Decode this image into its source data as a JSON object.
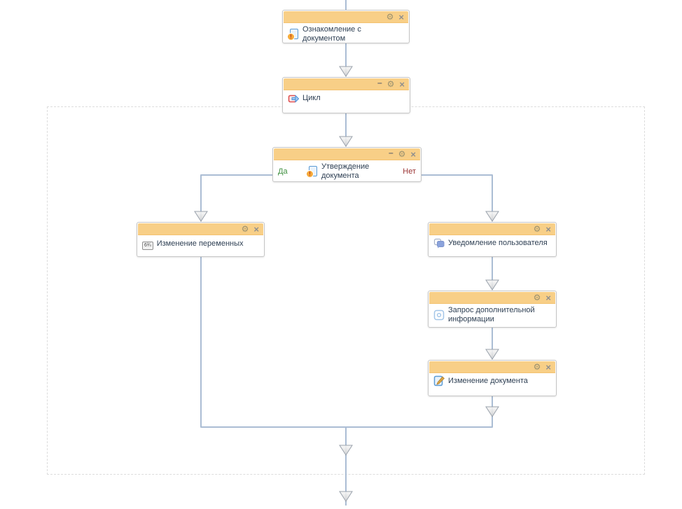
{
  "diagram": {
    "glyphs": {
      "settings": "⚙",
      "close": "×",
      "minimize": "–",
      "variables": "6¾",
      "exclamation": "!"
    },
    "colors": {
      "node_header": "#f8cf87",
      "node_border": "#c6c6c6",
      "connector": "#abbdd4",
      "arrowhead_fill": "#e4e4e4",
      "loop_boundary": "#dcdcdc",
      "yes_label": "#3f8f3f",
      "no_label": "#9b3434",
      "title_text": "#2f4054"
    },
    "nodes": [
      {
        "id": "familiarization",
        "title": "Ознакомление с документом",
        "icon": "document-exclamation-icon",
        "controls": [
          "settings",
          "close"
        ]
      },
      {
        "id": "loop",
        "title": "Цикл",
        "icon": "loop-icon",
        "controls": [
          "minimize",
          "settings",
          "close"
        ]
      },
      {
        "id": "approval",
        "title": "Утверждение документа",
        "icon": "document-exclamation-icon",
        "controls": [
          "minimize",
          "settings",
          "close"
        ],
        "yes_label": "Да",
        "no_label": "Нет"
      },
      {
        "id": "change-variables",
        "title": "Изменение переменных",
        "icon": "variables-icon",
        "controls": [
          "settings",
          "close"
        ]
      },
      {
        "id": "notify-user",
        "title": "Уведомление пользователя",
        "icon": "notification-icon",
        "controls": [
          "settings",
          "close"
        ]
      },
      {
        "id": "request-info",
        "title": "Запрос дополнительной информации",
        "icon": "request-info-icon",
        "controls": [
          "settings",
          "close"
        ]
      },
      {
        "id": "edit-document",
        "title": "Изменение документа",
        "icon": "edit-document-icon",
        "controls": [
          "settings",
          "close"
        ]
      }
    ],
    "edges": [
      {
        "from": "start",
        "to": "familiarization",
        "label": ""
      },
      {
        "from": "familiarization",
        "to": "loop",
        "label": ""
      },
      {
        "from": "loop",
        "to": "approval",
        "label": ""
      },
      {
        "from": "approval",
        "to": "change-variables",
        "label": "Да"
      },
      {
        "from": "approval",
        "to": "notify-user",
        "label": "Нет"
      },
      {
        "from": "notify-user",
        "to": "request-info",
        "label": ""
      },
      {
        "from": "request-info",
        "to": "edit-document",
        "label": ""
      },
      {
        "from": "change-variables",
        "to": "merge",
        "label": ""
      },
      {
        "from": "edit-document",
        "to": "merge",
        "label": ""
      },
      {
        "from": "merge",
        "to": "end",
        "label": ""
      }
    ]
  }
}
